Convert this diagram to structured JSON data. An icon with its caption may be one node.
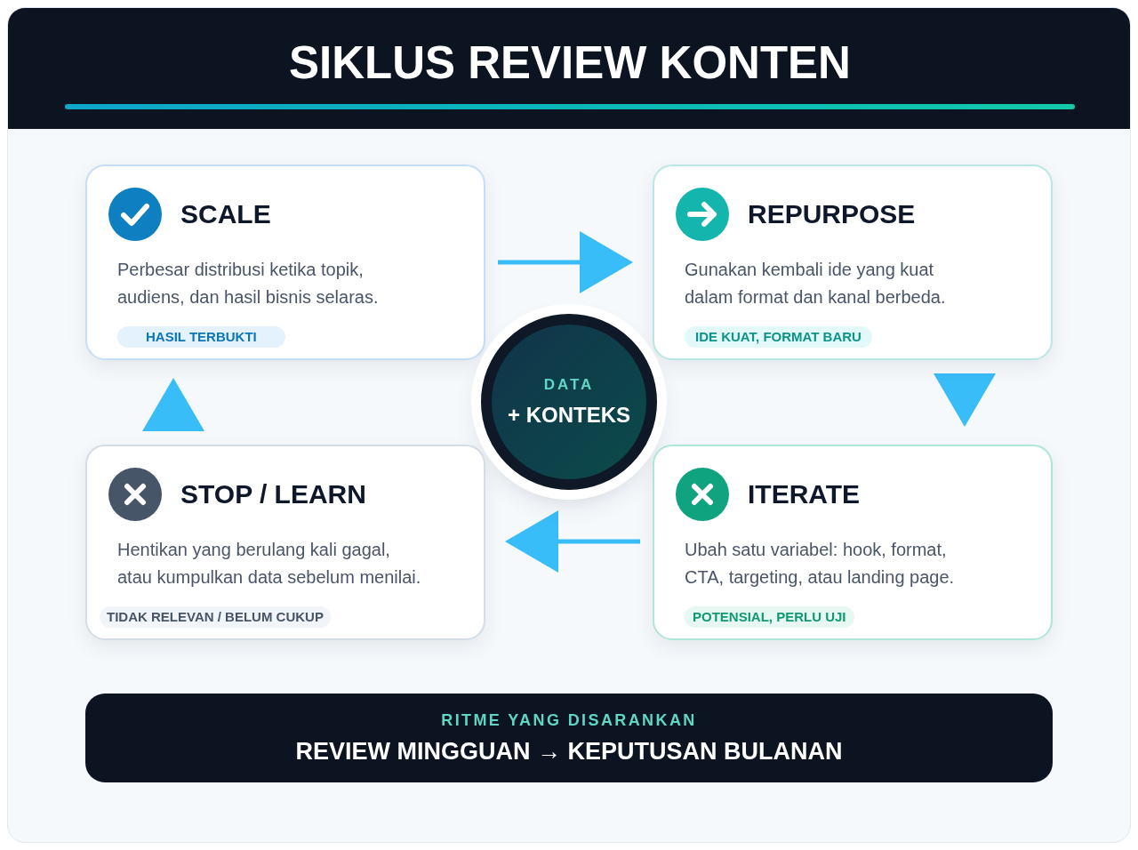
{
  "diagram": {
    "title": "SIKLUS REVIEW KONTEN",
    "nodes": [
      {
        "text": [
          "SCALE",
          "Perbesar distribusi ketika topik, audiens, dan hasil bisnis selaras.",
          "HASIL TERBUKTI"
        ]
      },
      {
        "text": [
          "REPURPOSE",
          "Gunakan kembali ide yang kuat dalam format dan kanal berbeda.",
          "IDE KUAT, FORMAT BARU"
        ]
      },
      {
        "text": [
          "DATA",
          "+ KONTEKS"
        ]
      },
      {
        "text": [
          "STOP / LEARN",
          "Hentikan yang berulang kali gagal, atau kumpulkan data sebelum menilai.",
          "TIDAK RELEVAN / BELUM CUKUP"
        ]
      },
      {
        "text": [
          "ITERATE",
          "Ubah satu variabel: hook, format, CTA, targeting, atau landing page.",
          "POTENSIAL, PERLU UJI"
        ]
      },
      {
        "text": [
          "RITME YANG DISARANKAN",
          "REVIEW MINGGUAN → KEPUTUSAN BULANAN"
        ]
      }
    ],
    "edges": [
      {
        "from": 0,
        "to": 1,
        "arrow": "to"
      },
      {
        "from": 1,
        "to": 4,
        "arrow": "to"
      },
      {
        "from": 4,
        "to": 3,
        "arrow": "to"
      },
      {
        "from": 3,
        "to": 0,
        "arrow": "to"
      }
    ]
  }
}
